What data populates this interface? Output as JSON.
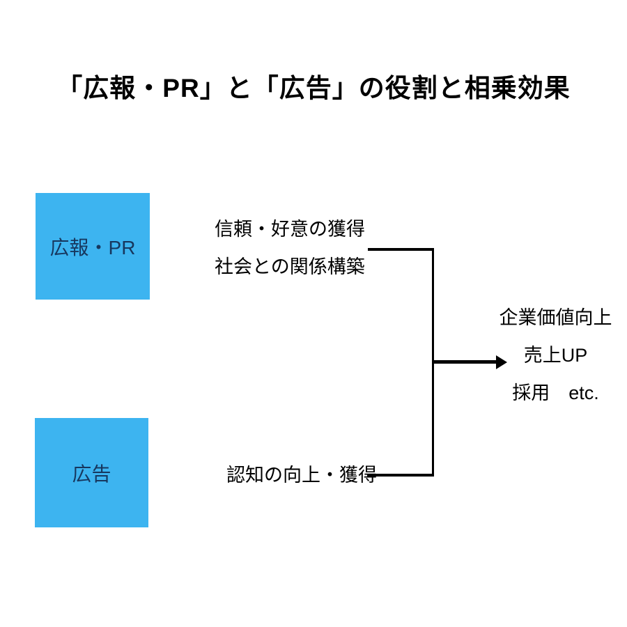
{
  "title": "「広報・PR」と「広告」の役割と相乗効果",
  "colors": {
    "box_fill": "#3db4f0",
    "box_label_text": "#17375e",
    "body_text": "#000000",
    "connector_line": "#000000",
    "background": "#ffffff"
  },
  "boxes": {
    "pr": {
      "label": "広報・PR"
    },
    "ad": {
      "label": "広告"
    }
  },
  "roles": {
    "pr": {
      "line1": "信頼・好意の獲得",
      "line2": "社会との関係構築"
    },
    "ad": {
      "line1": "認知の向上・獲得"
    }
  },
  "outcome": {
    "line1": "企業価値向上",
    "line2": "売上UP",
    "line3": "採用　etc."
  }
}
